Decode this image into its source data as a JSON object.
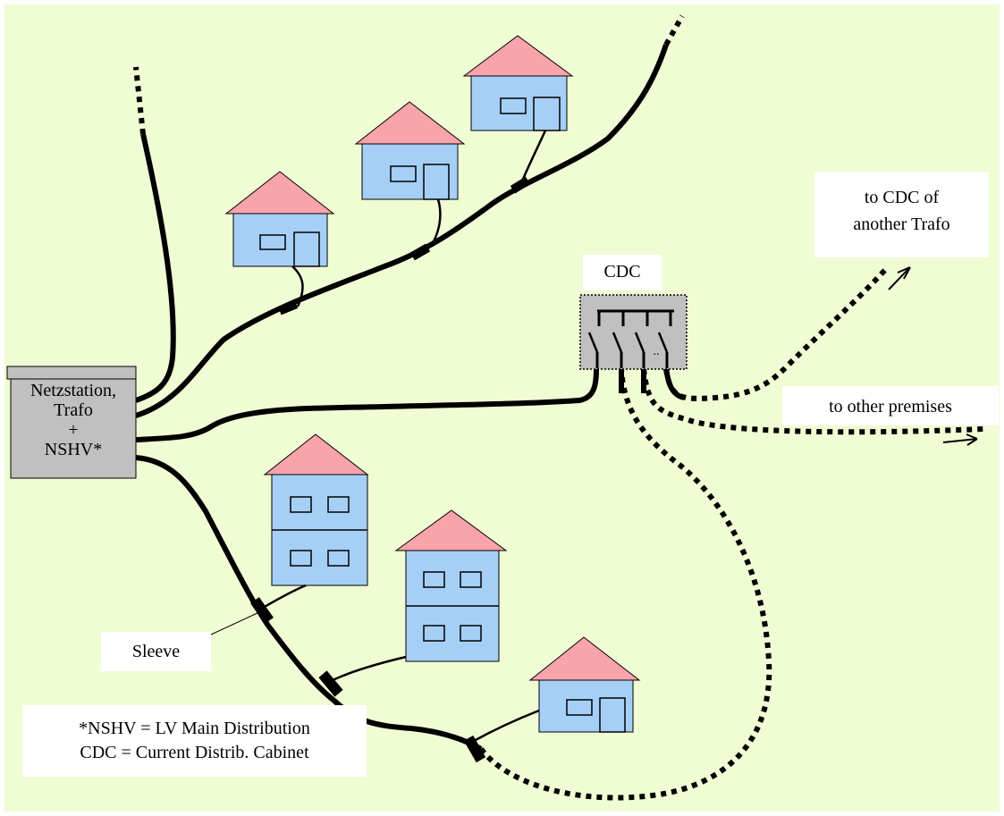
{
  "diagram": {
    "colors": {
      "background": "#f0fcd3",
      "house_wall": "#a6cff8",
      "house_roof": "#f9a3ab",
      "station": "#c0c0c0",
      "cdc_box": "#c0c0c0",
      "cable": "#000000",
      "label_box": "#ffffff"
    },
    "station_label": {
      "line1": "Netzstation,",
      "line2": "Trafo",
      "line3": "+",
      "line4": "NSHV*"
    },
    "cdc_label": "CDC",
    "cdc_dots": "..",
    "to_cdc_label": {
      "line1": "to CDC of",
      "line2": "another Trafo"
    },
    "other_premises_label": "to other premises",
    "sleeve_label": "Sleeve",
    "legend": {
      "line1": "*NSHV = LV Main Distribution",
      "line2": "CDC = Current Distrib. Cabinet"
    }
  }
}
